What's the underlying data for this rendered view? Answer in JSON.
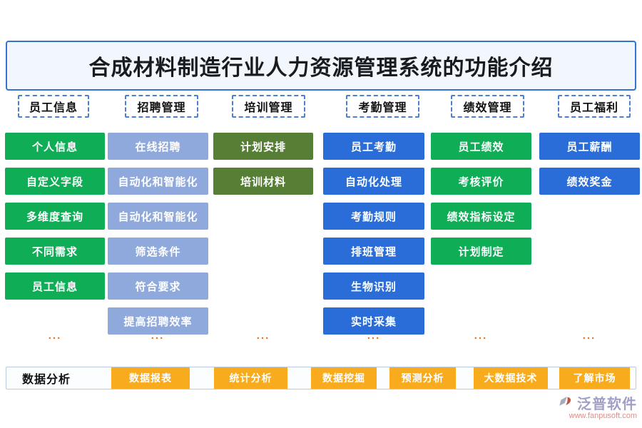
{
  "title": "合成材料制造行业人力资源管理系统的功能介绍",
  "ellipsis": "...",
  "columns": [
    {
      "header": "员工信息",
      "items": [
        "个人信息",
        "自定义字段",
        "多维度查询",
        "不同需求",
        "员工信息"
      ]
    },
    {
      "header": "招聘管理",
      "items": [
        "在线招聘",
        "自动化和智能化",
        "自动化和智能化",
        "筛选条件",
        "符合要求",
        "提高招聘效率"
      ]
    },
    {
      "header": "培训管理",
      "items": [
        "计划安排",
        "培训材料"
      ]
    },
    {
      "header": "考勤管理",
      "items": [
        "员工考勤",
        "自动化处理",
        "考勤规则",
        "排班管理",
        "生物识别",
        "实时采集"
      ]
    },
    {
      "header": "绩效管理",
      "items": [
        "员工绩效",
        "考核评价",
        "绩效指标设定",
        "计划制定"
      ]
    },
    {
      "header": "员工福利",
      "items": [
        "员工薪酬",
        "绩效奖金"
      ]
    }
  ],
  "bottom": {
    "label": "数据分析",
    "items": [
      "数据报表",
      "统计分析",
      "数据挖掘",
      "预测分析",
      "大数据技术",
      "了解市场"
    ]
  },
  "logo": {
    "brand": "泛普软件",
    "url": "www.fanpusoft.com"
  },
  "colors": {
    "green": "#0fae56",
    "periwinkle": "#8fa9dc",
    "olive": "#567f35",
    "blue": "#2a6dd8",
    "orange": "#f8ab1c",
    "title_border": "#3273d3",
    "dashed_border": "#4a7fd4",
    "ellipsis_orange": "#e8731d"
  }
}
